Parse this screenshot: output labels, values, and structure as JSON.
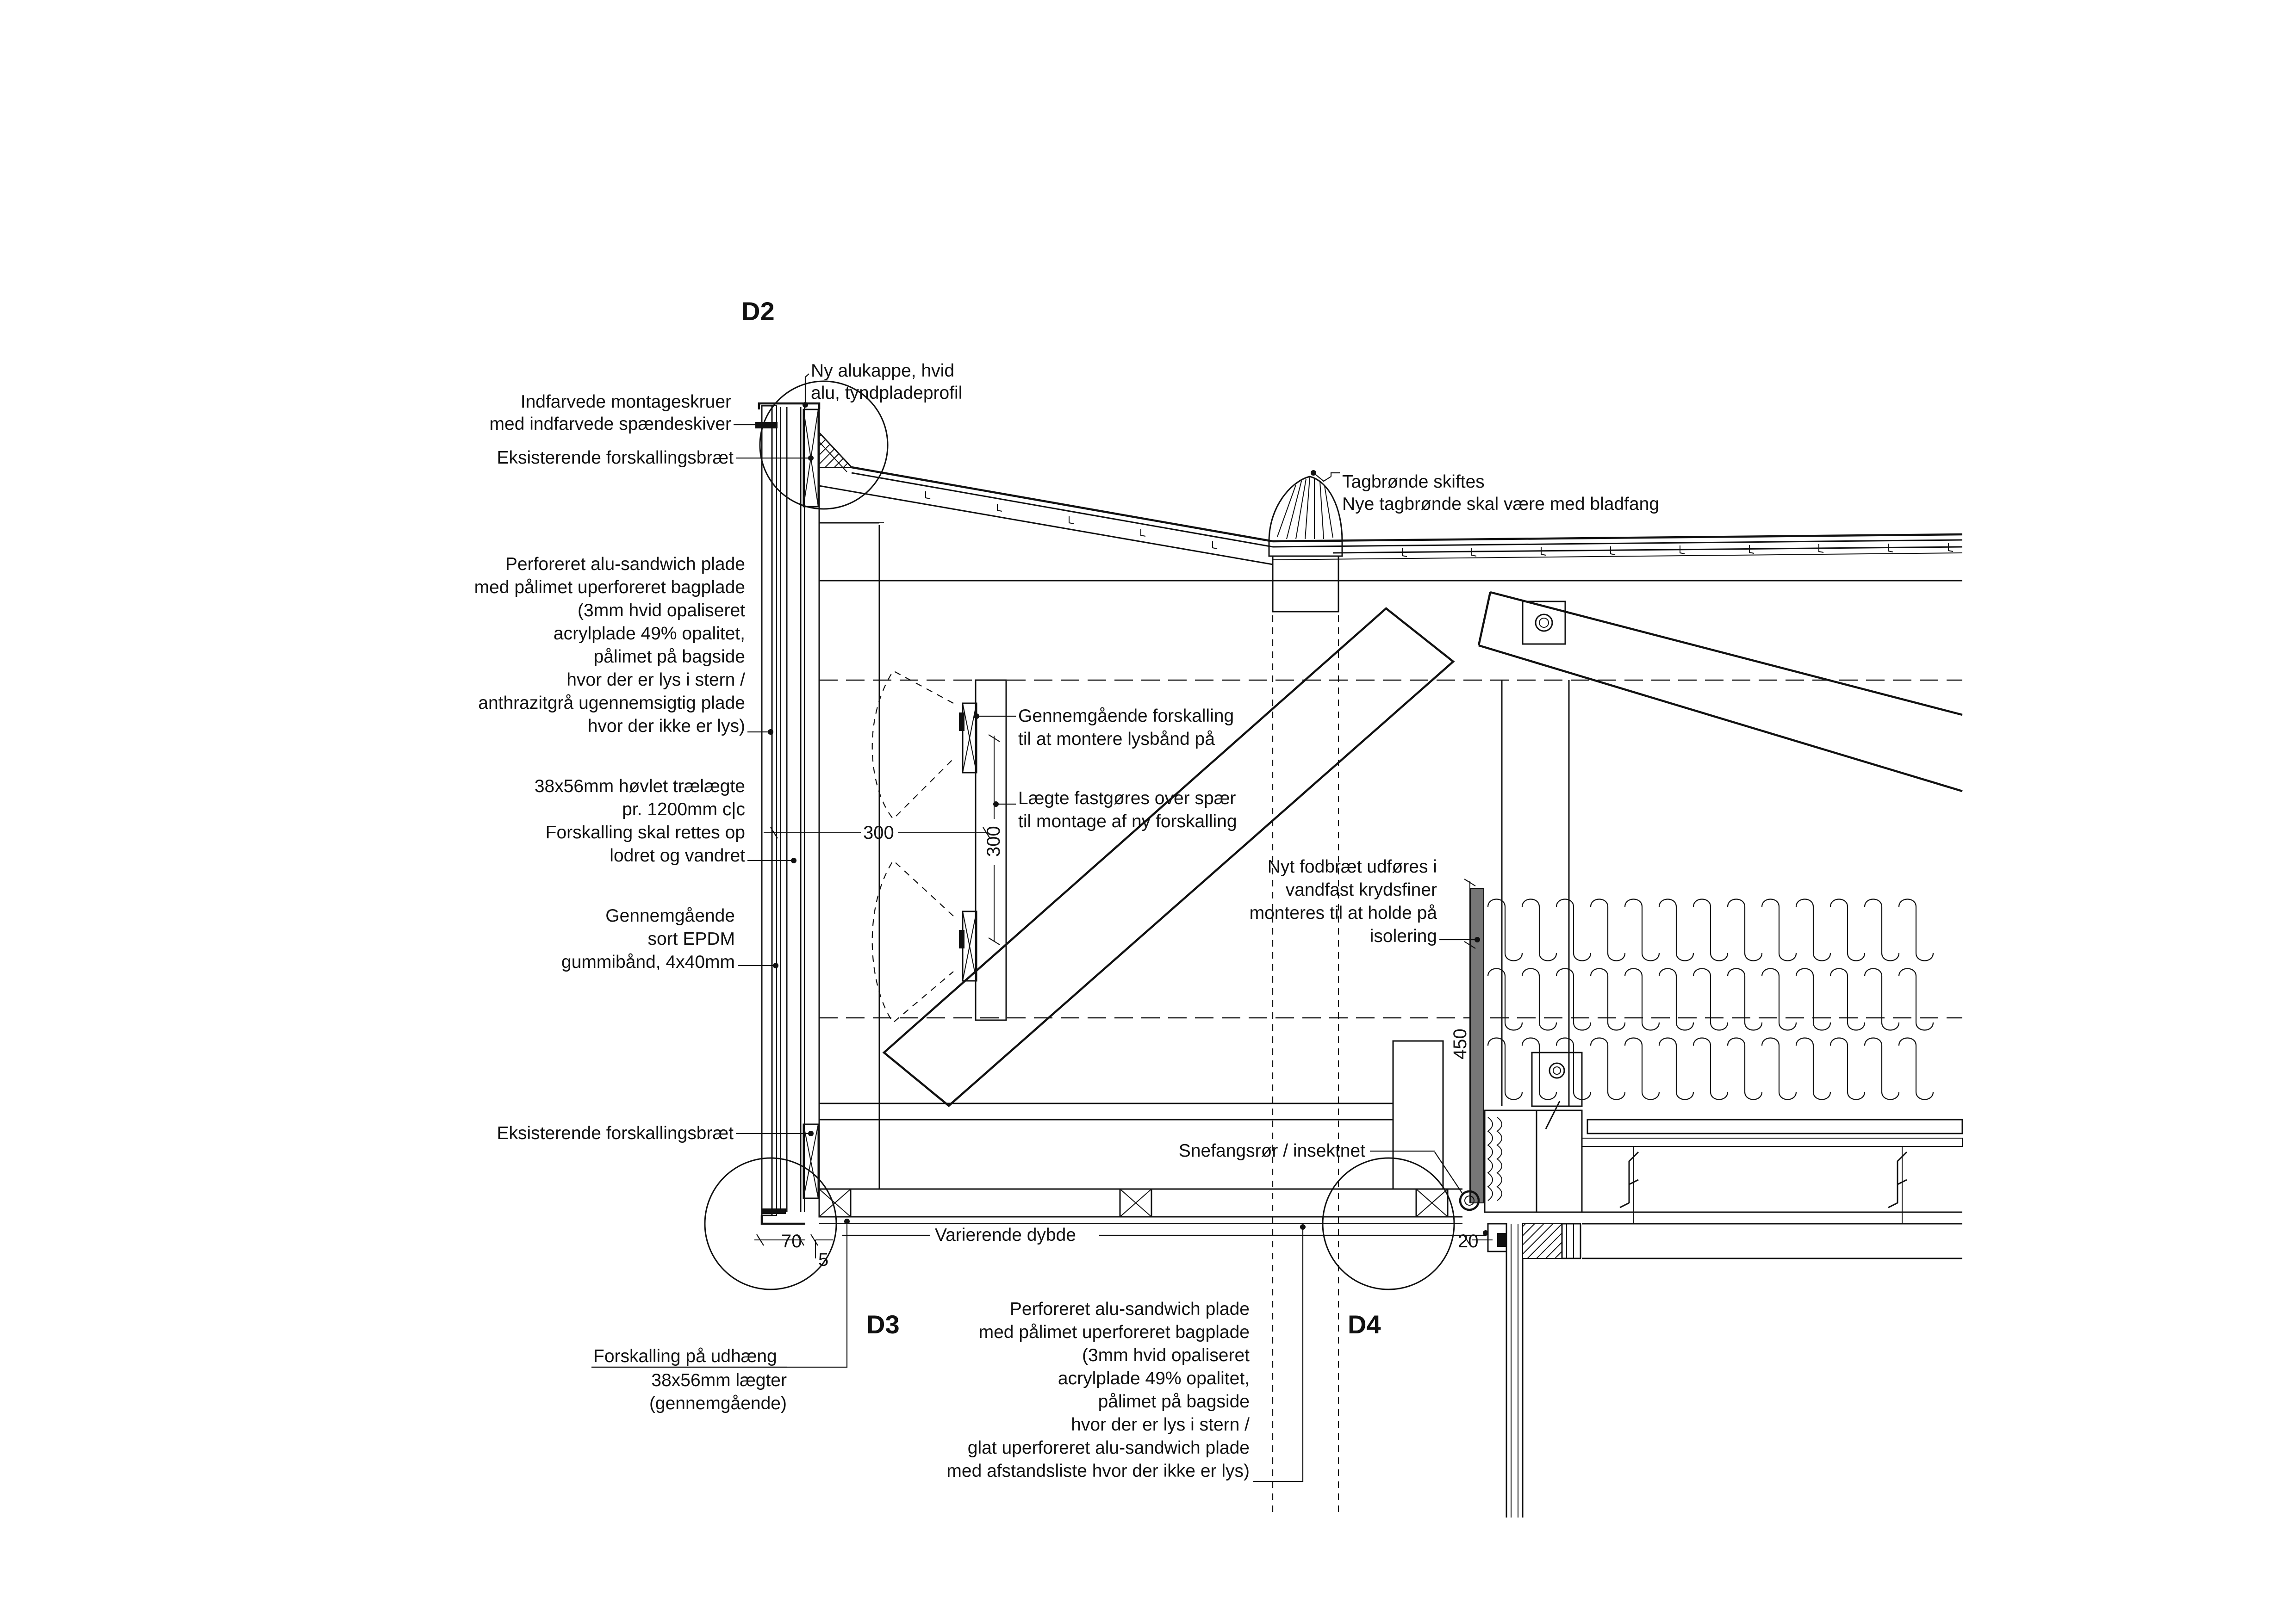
{
  "detail_markers": {
    "d2": "D2",
    "d3": "D3",
    "d4": "D4"
  },
  "labels": {
    "alukappe_1": "Ny alukappe, hvid",
    "alukappe_2": "alu, tyndpladeprofil",
    "montageskruer_1": "Indfarvede montageskruer",
    "montageskruer_2": "med indfarvede spændeskiver",
    "eksist_forskalling_top": "Eksisterende forskallingsbræt",
    "tagbronde_1": "Tagbrønde skiftes",
    "tagbronde_2": "Nye tagbrønde skal være med bladfang",
    "alu_sandwich_left": [
      "Perforeret alu-sandwich plade",
      "med pålimet uperforeret bagplade",
      "(3mm hvid opaliseret",
      "acrylplade 49% opalitet,",
      "pålimet på bagside",
      "hvor der er lys i stern /",
      "anthrazitgrå ugennemsigtig plade",
      "hvor der ikke er lys)"
    ],
    "traelaegte": [
      "38x56mm høvlet trælægte",
      "pr. 1200mm c|c",
      "Forskalling skal rettes op",
      "lodret og vandret"
    ],
    "epdm": [
      "Gennemgående",
      "sort EPDM",
      "gummibånd, 4x40mm"
    ],
    "eksist_forskalling_bottom": "Eksisterende forskallingsbræt",
    "gennemgaaende_forskalling_1": "Gennemgående forskalling",
    "gennemgaaende_forskalling_2": "til at montere lysbånd på",
    "laegte_spaer_1": "Lægte fastgøres over spær",
    "laegte_spaer_2": "til montage af ny forskalling",
    "fodbraet": [
      "Nyt fodbræt udføres i",
      "vandfast krydsfiner",
      "monteres til at holde på",
      "isolering"
    ],
    "snefang": "Snefangsrør / insektnet",
    "varierende": "Varierende dybde",
    "udhaeng_title": "Forskalling på udhæng",
    "udhaeng": [
      "38x56mm lægter",
      "(gennemgående)"
    ],
    "alu_sandwich_bottom": [
      "Perforeret alu-sandwich plade",
      "med pålimet uperforeret bagplade",
      "(3mm hvid opaliseret",
      "acrylplade 49% opalitet,",
      "pålimet på bagside",
      "hvor der er lys i stern /",
      "glat uperforeret alu-sandwich plade",
      "med afstandsliste hvor der ikke er lys)"
    ]
  },
  "dimensions": {
    "dim_300_h": "300",
    "dim_300_v": "300",
    "dim_70": "70",
    "dim_5": "5",
    "dim_450": "450",
    "dim_20": "20"
  }
}
